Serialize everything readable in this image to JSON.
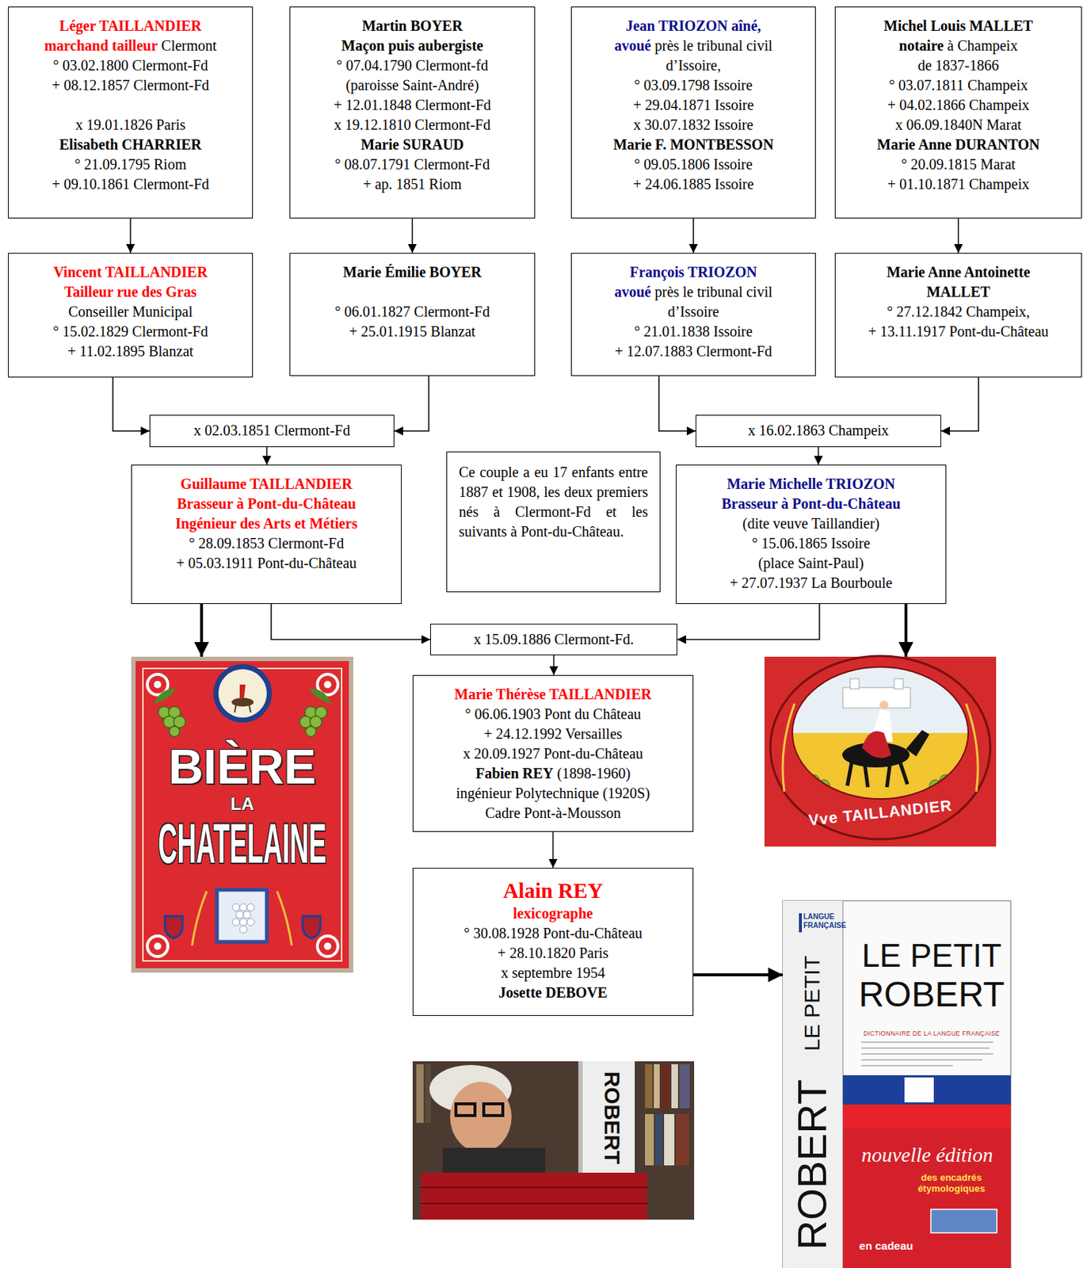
{
  "diagram": {
    "nodes": [
      {
        "text": [
          "Léger TAILLANDIER",
          "marchand tailleur",
          "Clermont",
          "° 03.02.1800 Clermont-Fd",
          "+ 08.12.1857 Clermont-Fd",
          "x 19.01.1826 Paris",
          "Elisabeth CHARRIER",
          "° 21.09.1795 Riom",
          "+ 09.10.1861 Clermont-Fd"
        ]
      },
      {
        "text": [
          "Martin BOYER",
          "Maçon puis aubergiste",
          "° 07.04.1790 Clermont-fd",
          "(paroisse Saint-André)",
          "+ 12.01.1848 Clermont-Fd",
          "x 19.12.1810 Clermont-Fd",
          "Marie SURAUD",
          "° 08.07.1791 Clermont-Fd",
          "+ ap. 1851 Riom"
        ]
      },
      {
        "text": [
          "Jean TRIOZON aîné,",
          "avoué",
          "près le tribunal civil",
          "d’Issoire,",
          "° 03.09.1798 Issoire",
          "+ 29.04.1871 Issoire",
          "x 30.07.1832 Issoire",
          "Marie F. MONTBESSON",
          "° 09.05.1806 Issoire",
          "+ 24.06.1885 Issoire"
        ]
      },
      {
        "text": [
          "Michel Louis MALLET",
          "notaire",
          "à Champeix",
          "de 1837-1866",
          "° 03.07.1811 Champeix",
          "+ 04.02.1866 Champeix",
          "x 06.09.1840N Marat",
          "Marie Anne DURANTON",
          "° 20.09.1815 Marat",
          "+ 01.10.1871 Champeix"
        ]
      },
      {
        "text": [
          "Vincent TAILLANDIER",
          "Tailleur rue des Gras",
          "Conseiller Municipal",
          "° 15.02.1829 Clermont-Fd",
          "+ 11.02.1895 Blanzat"
        ]
      },
      {
        "text": [
          "Marie Émilie BOYER",
          "° 06.01.1827 Clermont-Fd",
          "+ 25.01.1915 Blanzat"
        ]
      },
      {
        "text": [
          "François TRIOZON",
          "avoué",
          "près le tribunal civil",
          "d’Issoire",
          "° 21.01.1838 Issoire",
          "+ 12.07.1883 Clermont-Fd"
        ]
      },
      {
        "text": [
          "Marie Anne Antoinette MALLET",
          "° 27.12.1842 Champeix,",
          "+ 13.11.1917 Pont-du-Château"
        ]
      },
      {
        "text": [
          "x 02.03.1851 Clermont-Fd"
        ]
      },
      {
        "text": [
          "x 16.02.1863 Champeix"
        ]
      },
      {
        "text": [
          "Guillaume TAILLANDIER",
          "Brasseur à Pont-du-Château",
          "Ingénieur des Arts et Métiers",
          "° 28.09.1853 Clermont-Fd",
          "+ 05.03.1911 Pont-du-Château"
        ]
      },
      {
        "text": [
          "Ce couple a eu 17 enfants entre 1887 et 1908, les deux premiers nés à Clermont-Fd et les suivants à Pont-du-Château."
        ]
      },
      {
        "text": [
          "Marie Michelle TRIOZON",
          "Brasseur à Pont-du-Château",
          "(dite veuve Taillandier)",
          "° 15.06.1865 Issoire",
          "(place Saint-Paul)",
          "+ 27.07.1937 La Bourboule"
        ]
      },
      {
        "text": [
          "x 15.09.1886 Clermont-Fd."
        ]
      },
      {
        "text": [
          "Marie Thérèse TAILLANDIER",
          "° 06.06.1903 Pont du Château",
          "+ 24.12.1992 Versailles",
          "x 20.09.1927 Pont-du-Château",
          "Fabien REY",
          "(1898-1960)",
          "ingénieur Polytechnique (1920S)",
          "Cadre Pont-à-Mousson"
        ]
      },
      {
        "text": [
          "Alain REY",
          "lexicographe",
          "° 30.08.1928 Pont-du-Château",
          "+ 28.10.1820 Paris",
          "x septembre 1954",
          "Josette DEBOVE"
        ]
      },
      {
        "text": [
          "BIÈRE",
          "LA",
          "CHATELAINE"
        ]
      },
      {
        "text": [
          "Vve TAILLANDIER"
        ]
      },
      {
        "text": [
          "ROBERT"
        ]
      },
      {
        "text": [
          "LANGUE FRANÇAISE",
          "LE PETIT",
          "ROBERT",
          "LE PETIT",
          "ROBERT",
          "DICTIONNAIRE DE LA LANGUE FRANÇAISE",
          "nouvelle édition",
          "des encadrés étymologiques",
          "en cadeau"
        ]
      }
    ],
    "edges": [
      {
        "from": 0,
        "to": 4,
        "arrow": "to"
      },
      {
        "from": 1,
        "to": 5,
        "arrow": "to"
      },
      {
        "from": 2,
        "to": 6,
        "arrow": "to"
      },
      {
        "from": 3,
        "to": 7,
        "arrow": "to"
      },
      {
        "from": 4,
        "to": 8,
        "arrow": "to"
      },
      {
        "from": 5,
        "to": 8,
        "arrow": "to"
      },
      {
        "from": 6,
        "to": 9,
        "arrow": "to"
      },
      {
        "from": 7,
        "to": 9,
        "arrow": "to"
      },
      {
        "from": 8,
        "to": 10,
        "arrow": "to"
      },
      {
        "from": 9,
        "to": 12,
        "arrow": "to"
      },
      {
        "from": 10,
        "to": 13,
        "arrow": "to"
      },
      {
        "from": 12,
        "to": 13,
        "arrow": "to"
      },
      {
        "from": 13,
        "to": 14,
        "arrow": "to"
      },
      {
        "from": 14,
        "to": 15,
        "arrow": "to"
      },
      {
        "from": 10,
        "to": 16,
        "arrow": "to"
      },
      {
        "from": 12,
        "to": 17,
        "arrow": "to"
      },
      {
        "from": 15,
        "to": 19,
        "arrow": "to"
      }
    ]
  }
}
